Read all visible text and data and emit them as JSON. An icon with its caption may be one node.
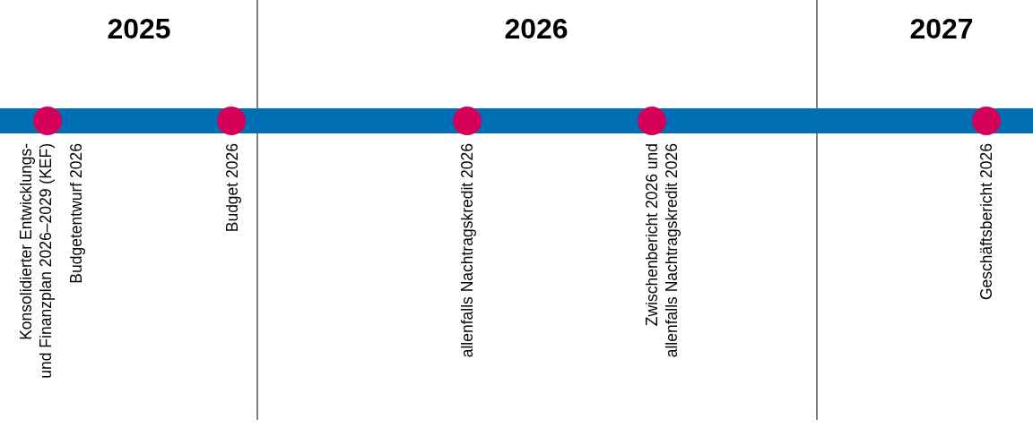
{
  "diagram": {
    "nodes": [
      {
        "text": [],
        "shape": "circle",
        "beside": [
          "Konsolidierter Entwicklungs- und Finanzplan 2026–2029 (KEF)",
          "Budgetentwurf 2026"
        ]
      },
      {
        "text": [],
        "shape": "circle",
        "beside": [
          "Budget 2026"
        ]
      },
      {
        "text": [],
        "shape": "circle",
        "beside": [
          "allenfalls Nachtragskredit 2026"
        ]
      },
      {
        "text": [],
        "shape": "circle",
        "beside": [
          "Zwischenbericht 2026 und allenfalls Nachtragskredit 2026"
        ]
      },
      {
        "text": [],
        "shape": "circle",
        "beside": [
          "Geschäftsbericht 2026"
        ]
      }
    ],
    "edges": [],
    "labels": [
      "2025",
      "2026",
      "2027"
    ]
  }
}
